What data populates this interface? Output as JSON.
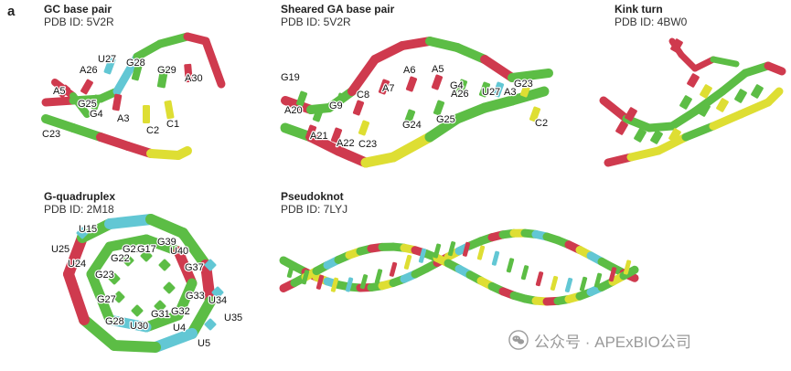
{
  "panel_label": "a",
  "panels": [
    {
      "title": "GC base pair",
      "pdb": "PDB ID: 5V2R",
      "labels": [
        "U27",
        "G28",
        "G29",
        "A26",
        "A30",
        "A5",
        "G25",
        "G4",
        "A3",
        "C1",
        "C2",
        "C23"
      ]
    },
    {
      "title": "Sheared GA base pair",
      "pdb": "PDB ID: 5V2R",
      "labels": [
        "G19",
        "A6",
        "A5",
        "C8",
        "A7",
        "G4",
        "A26",
        "U27",
        "A3",
        "G23",
        "A20",
        "G9",
        "G24",
        "G25",
        "A21",
        "A22",
        "C23",
        "C2"
      ]
    },
    {
      "title": "Kink turn",
      "pdb": "PDB ID: 4BW0",
      "labels": []
    },
    {
      "title": "G-quadruplex",
      "pdb": "PDB ID: 2M18",
      "labels": [
        "U15",
        "G39",
        "U25",
        "G21",
        "G17",
        "U40",
        "G22",
        "U24",
        "G37",
        "G23",
        "G33",
        "U34",
        "G27",
        "G31",
        "G32",
        "U35",
        "G28",
        "U30",
        "U4",
        "U5"
      ]
    },
    {
      "title": "Pseudoknot",
      "pdb": "PDB ID: 7LYJ",
      "labels": []
    }
  ],
  "watermark": "公众号 · APExBIO公司",
  "colors": {
    "red": "#cf3a4e",
    "green": "#5cbd45",
    "yellow": "#dede33",
    "cyan": "#62c7d4"
  }
}
